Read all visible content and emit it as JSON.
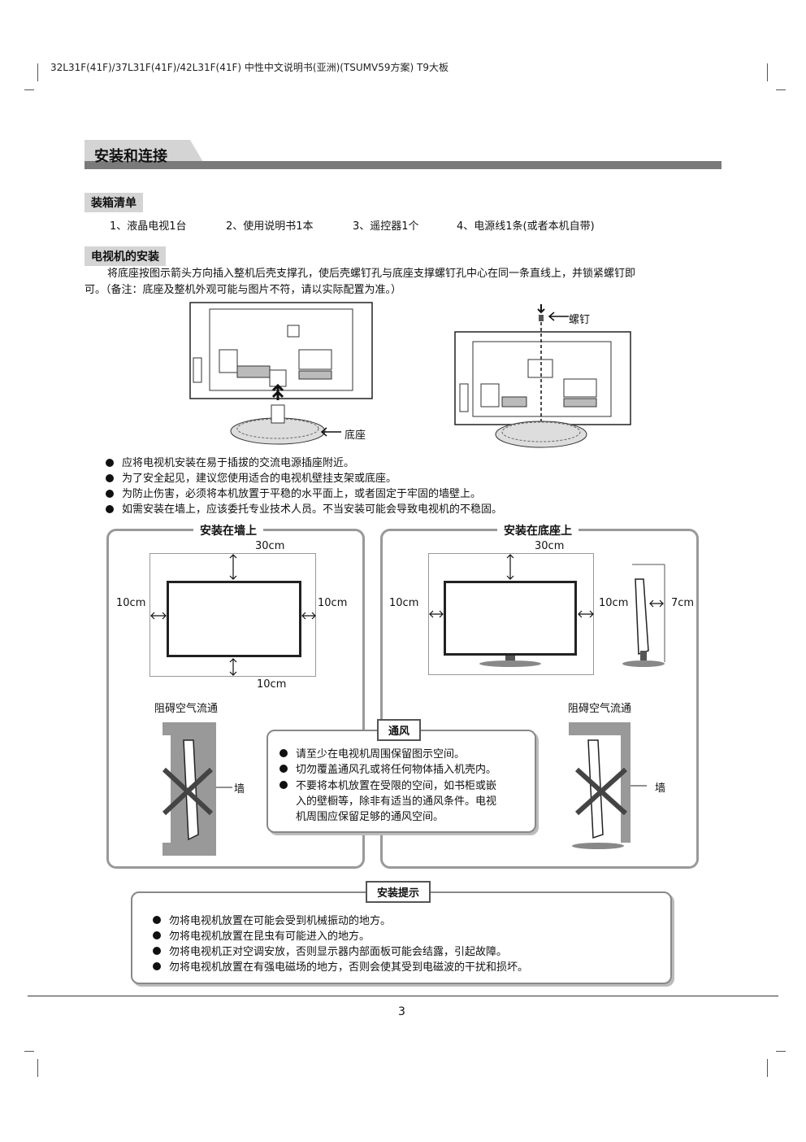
{
  "header": {
    "doc_title": "32L31F(41F)/37L31F(41F)/42L31F(41F) 中性中文说明书(亚洲)(TSUMV59方案) T9大板"
  },
  "section": {
    "title": "安装和连接"
  },
  "packing": {
    "title": "装箱清单",
    "items": [
      "1、液晶电视1台",
      "2、使用说明书1本",
      "3、遥控器1个",
      "4、电源线1条(或者本机自带)"
    ]
  },
  "install": {
    "title": "电视机的安装",
    "para_line1": "将底座按图示箭头方向插入整机后壳支撑孔，使后壳螺钉孔与底座支撑螺钉孔中心在同一条直线上，并锁紧螺钉即",
    "para_line2": "可。（备注：底座及整机外观可能与图片不符，请以实际配置为准。）",
    "label_base": "底座",
    "label_screw": "螺钉"
  },
  "bullets": [
    "应将电视机安装在易于插拔的交流电源插座附近。",
    "为了安全起见，建议您使用适合的电视机壁挂支架或底座。",
    "为防止伤害，必须将本机放置于平稳的水平面上，或者固定于牢固的墙壁上。",
    "如需安装在墙上，应该委托专业技术人员。不当安装可能会导致电视机的不稳固。"
  ],
  "wall_mount": {
    "title": "安装在墙上",
    "top": "30cm",
    "left": "10cm",
    "right": "10cm",
    "bottom": "10cm",
    "blocked": "阻碍空气流通",
    "wall": "墙"
  },
  "stand_mount": {
    "title": "安装在底座上",
    "top": "30cm",
    "left": "10cm",
    "right": "10cm",
    "back": "7cm",
    "blocked": "阻碍空气流通",
    "wall": "墙"
  },
  "ventilation": {
    "title": "通风",
    "items": [
      "请至少在电视机周围保留图示空间。",
      "切勿覆盖通风孔或将任何物体插入机壳内。",
      "不要将本机放置在受限的空间，如书柜或嵌",
      "入的壁橱等，除非有适当的通风条件。电视",
      "机周围应保留足够的通风空间。"
    ]
  },
  "tips": {
    "title": "安装提示",
    "items": [
      "勿将电视机放置在可能会受到机械振动的地方。",
      "勿将电视机放置在昆虫有可能进入的地方。",
      "勿将电视机正对空调安放，否则显示器内部面板可能会结露，引起故障。",
      "勿将电视机放置在有强电磁场的地方，否则会使其受到电磁波的干扰和损坏。"
    ]
  },
  "page_number": "3"
}
